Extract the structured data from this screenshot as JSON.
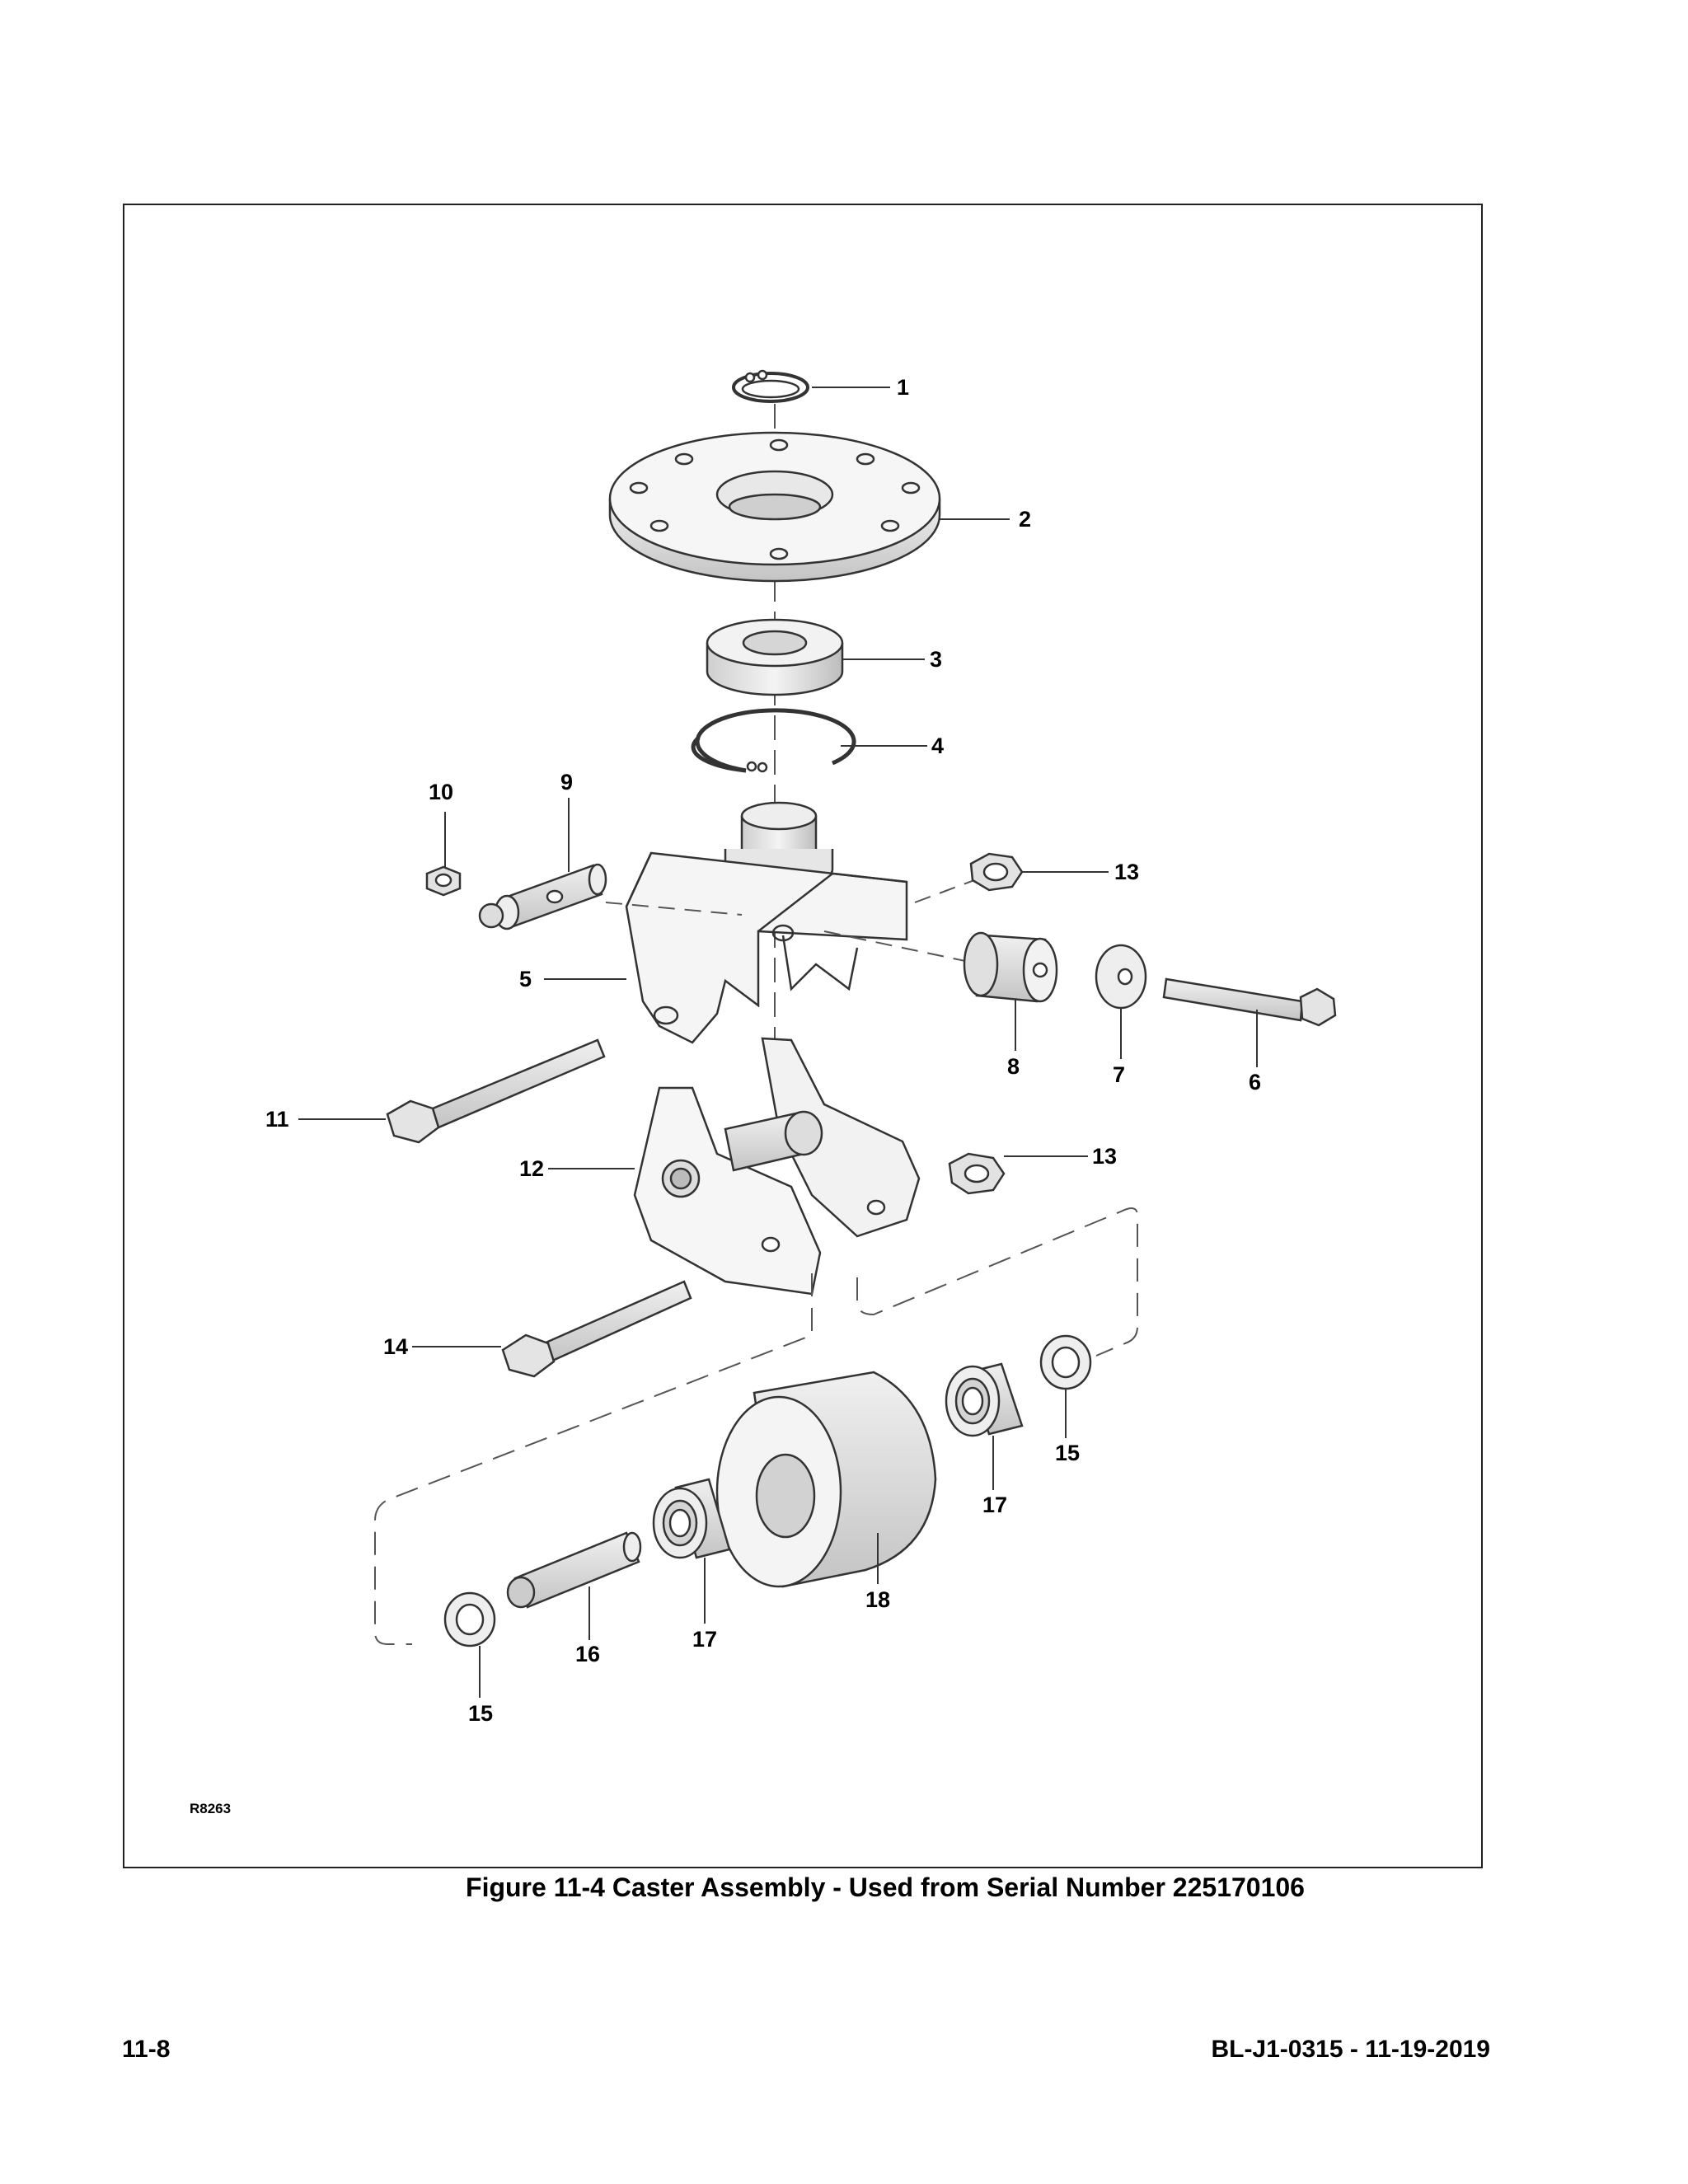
{
  "figure": {
    "caption": "Figure 11-4 Caster Assembly - Used from Serial Number 225170106",
    "reference_code": "R8263",
    "callouts": {
      "c1": "1",
      "c2": "2",
      "c3": "3",
      "c4": "4",
      "c5": "5",
      "c6": "6",
      "c7": "7",
      "c8": "8",
      "c9": "9",
      "c10": "10",
      "c11": "11",
      "c12": "12",
      "c13a": "13",
      "c13b": "13",
      "c14": "14",
      "c15a": "15",
      "c15b": "15",
      "c16": "16",
      "c17a": "17",
      "c17b": "17",
      "c18": "18"
    }
  },
  "footer": {
    "page_number": "11-8",
    "document_code": "BL-J1-0315 - 11-19-2019"
  }
}
